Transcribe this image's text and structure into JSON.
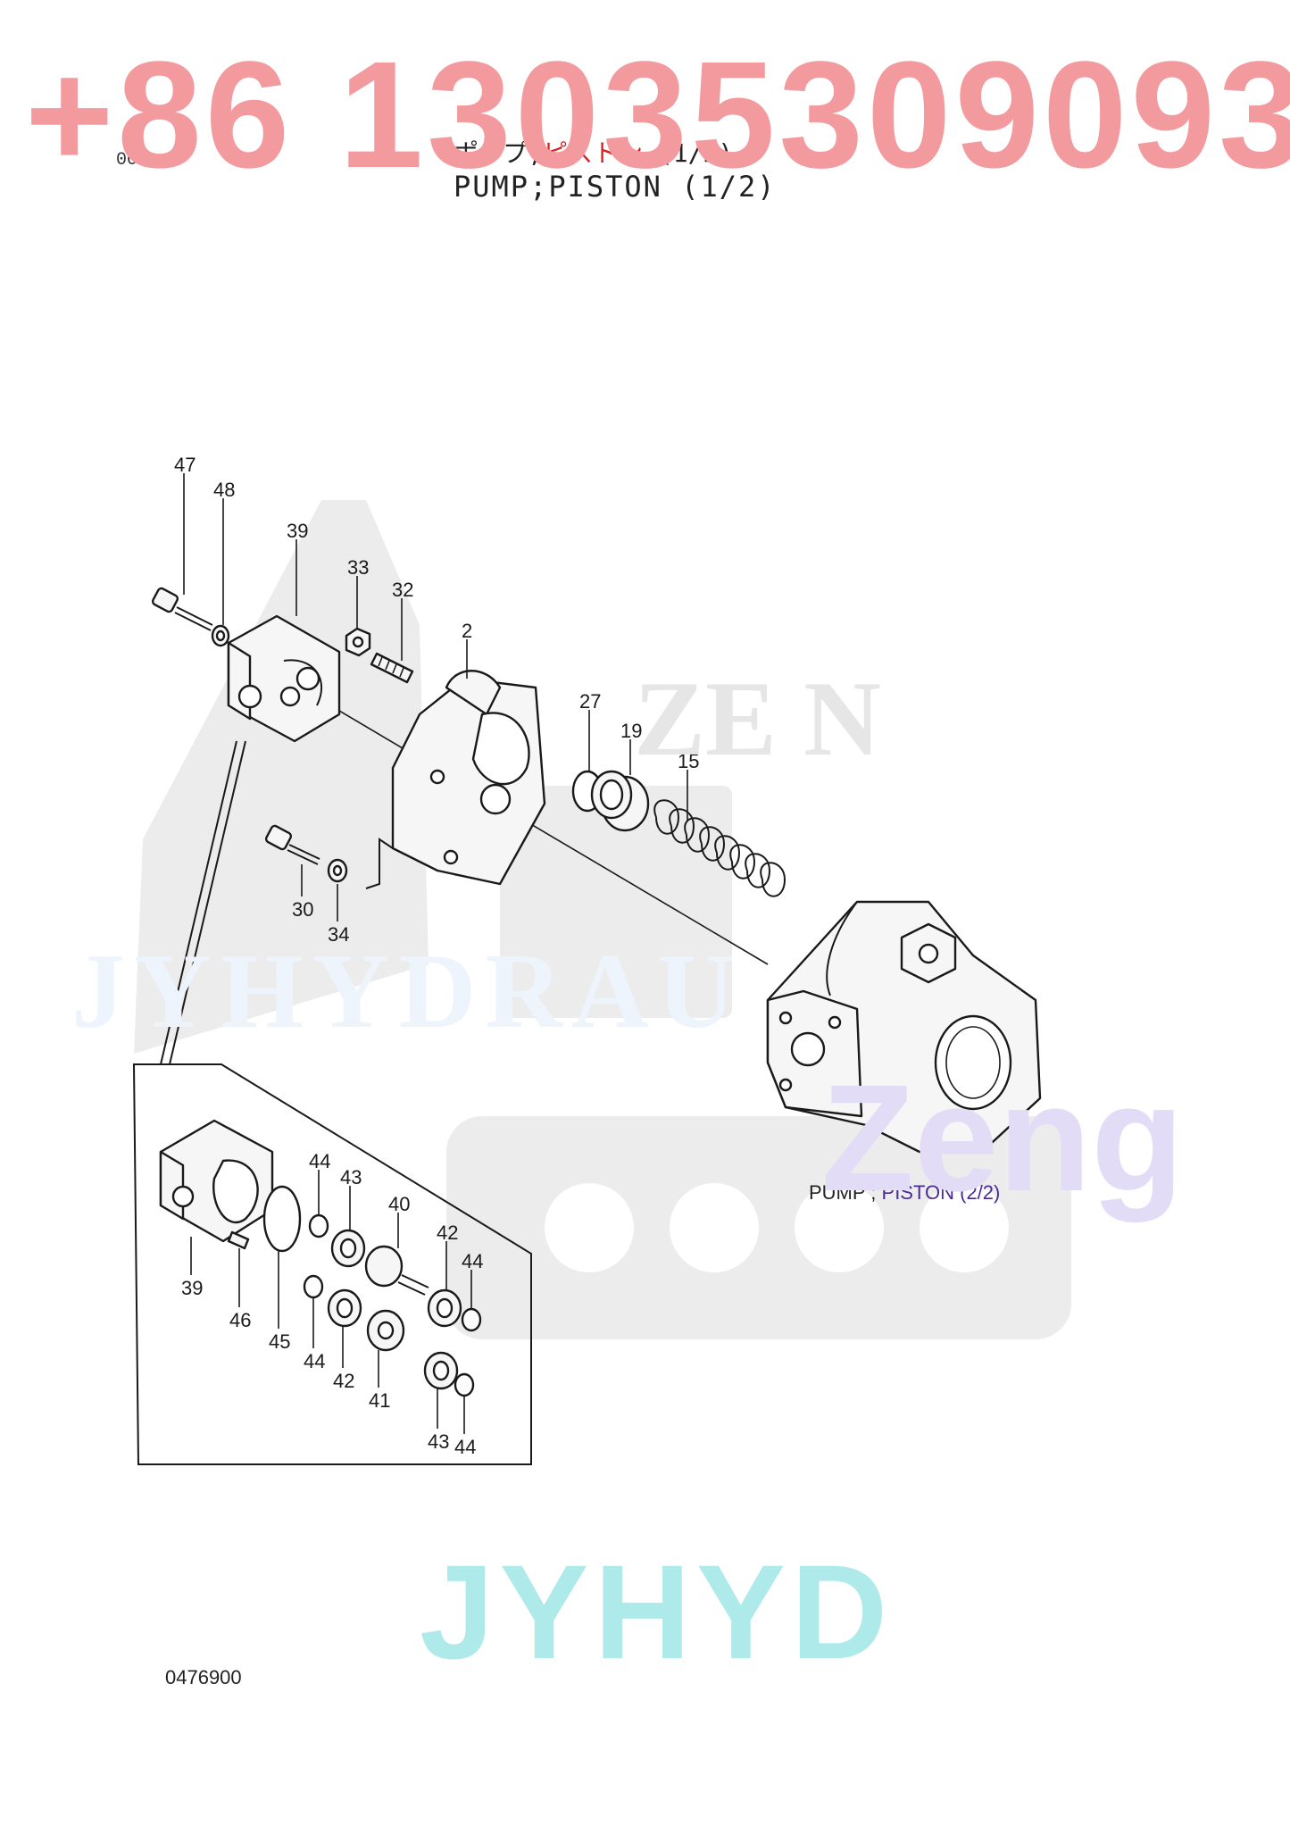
{
  "header": {
    "sheet_number": "001",
    "title_jp_prefix": "ポンプ;",
    "title_jp_red": "ピストン",
    "title_jp_suffix": " (1/2)",
    "title_en": "PUMP;PISTON (1/2)"
  },
  "reference_label": {
    "prefix": "PUMP ; ",
    "highlight": "PISTON (2/2)"
  },
  "drawing_number": "0476900",
  "watermarks": {
    "phone": "+86 13035309093",
    "zeng": "Zeng",
    "jyhyd": "JYHYD",
    "jyhyd_bg": "JYHYDRAU",
    "zen_bg": "ZE N"
  },
  "callouts": {
    "c47": "47",
    "c48": "48",
    "c39a": "39",
    "c33": "33",
    "c32": "32",
    "c2": "2",
    "c27": "27",
    "c19": "19",
    "c15": "15",
    "c30": "30",
    "c34": "34",
    "c44a": "44",
    "c43a": "43",
    "c40": "40",
    "c42a": "42",
    "c44b": "44",
    "c39b": "39",
    "c46": "46",
    "c45": "45",
    "c44c": "44",
    "c42b": "42",
    "c41": "41",
    "c43b": "43",
    "c44d": "44"
  },
  "colors": {
    "phone_watermark": "#f29a9e",
    "zeng_watermark": "#e3dcf7",
    "jyhyd_watermark": "#aeeaea",
    "title_red": "#d62020",
    "reference_purple": "#4a2a9a"
  }
}
